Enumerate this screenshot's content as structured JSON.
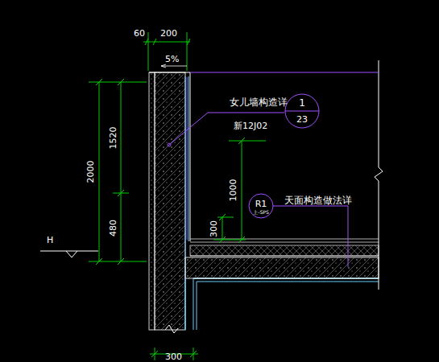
{
  "diagram": {
    "nodes": [
      {
        "text": [
          "1",
          "23"
        ]
      },
      {
        "text": [
          "R1",
          "上-SPS"
        ]
      }
    ],
    "labels": [
      "60",
      "200",
      "5%",
      "女儿墙构造详",
      "新12J02",
      "2000",
      "1520",
      "480",
      "H",
      "1000",
      "300",
      "天面构造做法详",
      "300"
    ]
  }
}
